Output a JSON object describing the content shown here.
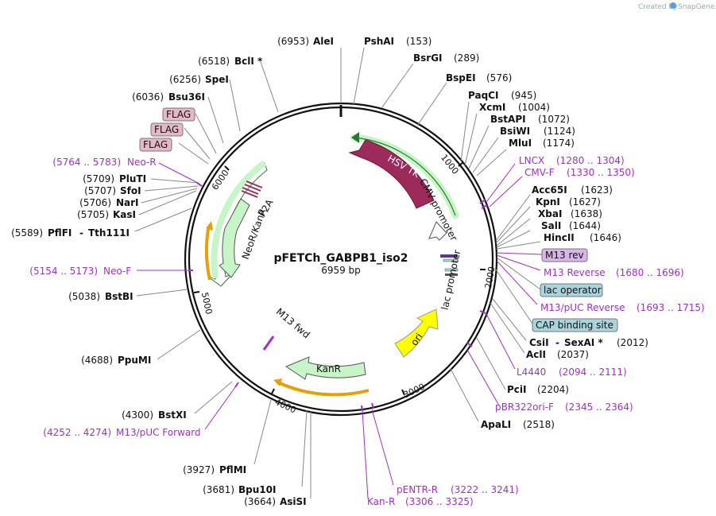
{
  "credit": {
    "created_by": "Created by",
    "brand": "SnapGene"
  },
  "plasmid": {
    "name": "pFETCh_GABPB1_iso2",
    "size": "6959 bp"
  },
  "ticks": [
    "1000",
    "2000",
    "3000",
    "4000",
    "5000",
    "6000"
  ],
  "features": {
    "hsv_tk": "HSV TK",
    "cmv_promoter": "CMV promoter",
    "neo_kanr": "NeoR/KanR",
    "p2a": "P2A",
    "lac_promoter": "lac promoter",
    "ori": "ori",
    "kanr": "KanR",
    "m13_fwd": "M13 fwd"
  },
  "colors": {
    "hsv_tk": "#9c2a5a",
    "green_feature": "#c8f5c8",
    "ori": "#ffff00",
    "orange_arc": "#e8a000",
    "primer_purple": "#a030c8",
    "boxed_pink": "#e5b8c8",
    "boxed_blue": "#a8d4dc"
  },
  "sites": {
    "alei": {
      "name": "AleI",
      "pos": "(6953)"
    },
    "pshai": {
      "name": "PshAI",
      "pos": "(153)"
    },
    "bsrgi": {
      "name": "BsrGI",
      "pos": "(289)"
    },
    "bspei": {
      "name": "BspEI",
      "pos": "(576)"
    },
    "paqci": {
      "name": "PaqCI",
      "pos": "(945)"
    },
    "xcmi": {
      "name": "XcmI",
      "pos": "(1004)"
    },
    "bstapi": {
      "name": "BstAPI",
      "pos": "(1072)"
    },
    "bsiwi": {
      "name": "BsiWI",
      "pos": "(1124)"
    },
    "mlui": {
      "name": "MluI",
      "pos": "(1174)"
    },
    "lncx": {
      "name": "LNCX",
      "pos": "(1280 .. 1304)"
    },
    "cmvf": {
      "name": "CMV-F",
      "pos": "(1330 .. 1350)"
    },
    "acc65i": {
      "name": "Acc65I",
      "pos": "(1623)"
    },
    "kpni": {
      "name": "KpnI",
      "pos": "(1627)"
    },
    "xbai": {
      "name": "XbaI",
      "pos": "(1638)"
    },
    "sali": {
      "name": "SalI",
      "pos": "(1644)"
    },
    "hincii": {
      "name": "HincII",
      "pos": "(1646)"
    },
    "m13rev": {
      "name": "M13 rev"
    },
    "m13reverse": {
      "name": "M13 Reverse",
      "pos": "(1680 .. 1696)"
    },
    "lacop": {
      "name": "lac operator"
    },
    "m13pucrev": {
      "name": "M13/pUC Reverse",
      "pos": "(1693 .. 1715)"
    },
    "cap": {
      "name": "CAP binding site"
    },
    "csii": {
      "name": "CsiI",
      "dash": "-",
      "name2": "SexAI *",
      "pos": "(2012)"
    },
    "acli": {
      "name": "AclI",
      "pos": "(2037)"
    },
    "l4440": {
      "name": "L4440",
      "pos": "(2094 .. 2111)"
    },
    "pcii": {
      "name": "PciI",
      "pos": "(2204)"
    },
    "pbr322": {
      "name": "pBR322ori-F",
      "pos": "(2345 .. 2364)"
    },
    "apali": {
      "name": "ApaLI",
      "pos": "(2518)"
    },
    "pentr": {
      "name": "pENTR-R",
      "pos": "(3222 .. 3241)"
    },
    "kanrprimer": {
      "name": "Kan-R",
      "pos": "(3306 .. 3325)"
    },
    "asisi": {
      "name": "AsiSI",
      "pos": "(3664)"
    },
    "bpu10i": {
      "name": "Bpu10I",
      "pos": "(3681)"
    },
    "pflmi": {
      "name": "PflMI",
      "pos": "(3927)"
    },
    "m13pucfwd": {
      "name": "M13/pUC Forward",
      "pos": "(4252 .. 4274)"
    },
    "bstxi": {
      "name": "BstXI",
      "pos": "(4300)"
    },
    "ppumi": {
      "name": "PpuMI",
      "pos": "(4688)"
    },
    "bstbi": {
      "name": "BstBI",
      "pos": "(5038)"
    },
    "neof": {
      "name": "Neo-F",
      "pos": "(5154 .. 5173)"
    },
    "pflfi": {
      "name": "PflFI",
      "dash": "-",
      "name2": "Tth111I",
      "pos": "(5589)"
    },
    "kasi": {
      "name": "KasI",
      "pos": "(5705)"
    },
    "nari": {
      "name": "NarI",
      "pos": "(5706)"
    },
    "sfoi": {
      "name": "SfoI",
      "pos": "(5707)"
    },
    "pluti": {
      "name": "PluTI",
      "pos": "(5709)"
    },
    "neor": {
      "name": "Neo-R",
      "pos": "(5764 .. 5783)"
    },
    "flag1": {
      "name": "FLAG"
    },
    "flag2": {
      "name": "FLAG"
    },
    "flag3": {
      "name": "FLAG"
    },
    "bsu36i": {
      "name": "Bsu36I",
      "pos": "(6036)"
    },
    "spei": {
      "name": "SpeI",
      "pos": "(6256)"
    },
    "bcli": {
      "name": "BclI *",
      "pos": "(6518)"
    }
  }
}
